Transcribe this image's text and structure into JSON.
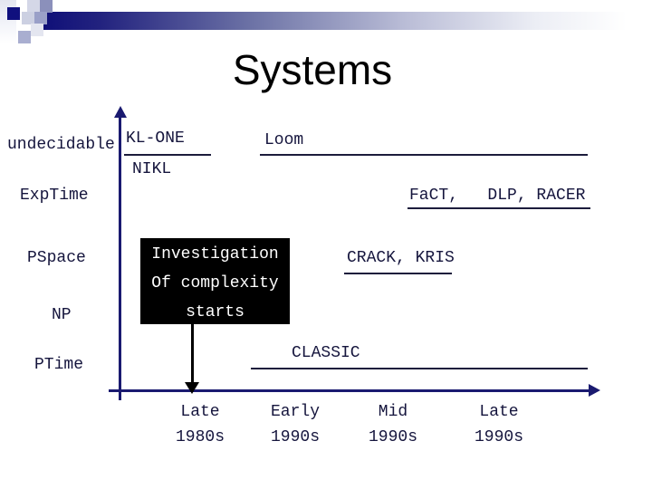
{
  "title": "Systems",
  "y_axis_labels": [
    "undecidable",
    "ExpTime",
    "PSpace",
    "NP",
    "PTime"
  ],
  "x_axis_labels": [
    {
      "period": "Late",
      "decade": "1980s"
    },
    {
      "period": "Early",
      "decade": "1990s"
    },
    {
      "period": "Mid",
      "decade": "1990s"
    },
    {
      "period": "Late",
      "decade": "1990s"
    }
  ],
  "entries": {
    "kl_one": "KL-ONE",
    "nikl": "NIKL",
    "loom": "Loom",
    "exptime_row": "FaCT,   DLP, RACER",
    "pspace_row": "CRACK, KRIS",
    "ptime_row": "CLASSIC"
  },
  "callout": {
    "line1": "Investigation",
    "line2": "Of complexity",
    "line3": "starts"
  },
  "colors": {
    "axis_navy": "#1a1a70",
    "text_navy": "#15153d",
    "bar_gradient_start": "#0f0f78",
    "callout_bg": "#000000",
    "callout_text": "#ffffff"
  }
}
